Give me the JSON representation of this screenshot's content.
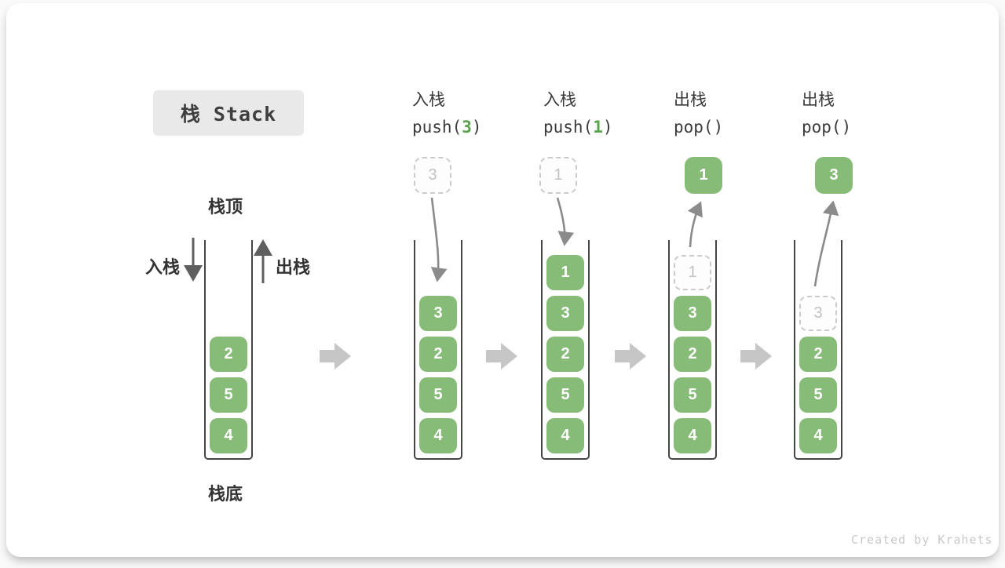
{
  "title": "栈 Stack",
  "labels": {
    "stack_top": "栈顶",
    "stack_bottom": "栈底",
    "push_side": "入栈",
    "pop_side": "出栈"
  },
  "headers": [
    {
      "cn": "入栈",
      "code_pre": "push(",
      "arg": "3",
      "code_post": ")"
    },
    {
      "cn": "入栈",
      "code_pre": "push(",
      "arg": "1",
      "code_post": ")"
    },
    {
      "cn": "出栈",
      "code_pre": "pop(",
      "arg": "",
      "code_post": ")"
    },
    {
      "cn": "出栈",
      "code_pre": "pop(",
      "arg": "",
      "code_post": ")"
    }
  ],
  "floating_cells": [
    {
      "value": "3",
      "kind": "ghost"
    },
    {
      "value": "1",
      "kind": "ghost"
    },
    {
      "value": "1",
      "kind": "solid"
    },
    {
      "value": "3",
      "kind": "solid"
    }
  ],
  "stacks": [
    {
      "ghost": null,
      "cells": [
        {
          "v": "2"
        },
        {
          "v": "5"
        },
        {
          "v": "4"
        }
      ]
    },
    {
      "ghost": null,
      "cells": [
        {
          "v": "3"
        },
        {
          "v": "2"
        },
        {
          "v": "5"
        },
        {
          "v": "4"
        }
      ]
    },
    {
      "ghost": null,
      "cells": [
        {
          "v": "1"
        },
        {
          "v": "3"
        },
        {
          "v": "2"
        },
        {
          "v": "5"
        },
        {
          "v": "4"
        }
      ]
    },
    {
      "ghost": "1",
      "cells": [
        {
          "v": "3"
        },
        {
          "v": "2"
        },
        {
          "v": "5"
        },
        {
          "v": "4"
        }
      ]
    },
    {
      "ghost": "3",
      "cells": [
        {
          "v": "2"
        },
        {
          "v": "5"
        },
        {
          "v": "4"
        }
      ]
    }
  ],
  "watermark": "Created by Krahets",
  "colors": {
    "cell_green": "#87bc78",
    "code_green": "#58a24c",
    "wall_dark": "#454545",
    "curved_arrow": "#8b8b8b",
    "straight_arrow": "#5f5f5f",
    "block_arrow": "#c6c6c6",
    "ghost_border": "#cbcbcb",
    "title_bg": "#e9e9e9"
  }
}
